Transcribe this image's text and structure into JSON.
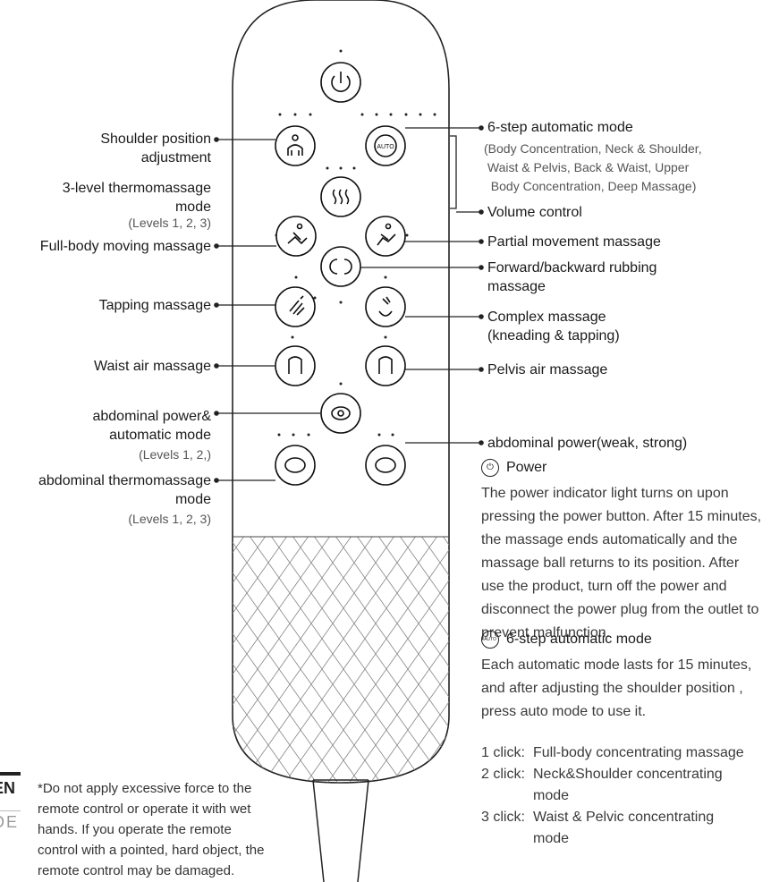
{
  "labels_left": {
    "shoulder": "Shoulder position\nadjustment",
    "thermo": "3-level thermomassage\nmode",
    "thermo_sub": "(Levels 1, 2, 3)",
    "fullbody": "Full-body moving massage",
    "tapping": "Tapping massage",
    "waist_air": "Waist air massage",
    "abd_power_auto": "abdominal power&\nautomatic mode",
    "abd_power_auto_sub": "(Levels 1, 2,)",
    "abd_thermo": "abdominal thermomassage\nmode",
    "abd_thermo_sub": "(Levels 1, 2, 3)"
  },
  "labels_right": {
    "auto6": "6-step automatic mode",
    "auto6_sub": "(Body Concentration, Neck & Shoulder,\n Waist & Pelvis, Back & Waist, Upper\n  Body Concentration, Deep Massage)",
    "volume": "Volume control",
    "partial": "Partial movement massage",
    "rubbing": "Forward/backward rubbing\nmassage",
    "complex": "Complex massage\n(kneading & tapping)",
    "pelvis_air": "Pelvis air massage",
    "abd_power": "abdominal power(weak, strong)"
  },
  "power_section": {
    "title": "Power",
    "body": "The power indicator light turns on upon pressing the power button. After 15 minutes, the massage ends automatically and the massage ball returns to its position. After use the product, turn off the power and disconnect the power plug from the outlet to prevent malfunction."
  },
  "auto_section": {
    "title": "6-step automatic mode",
    "icon_text": "AUTO",
    "body": "Each automatic mode lasts for 15 minutes, and after  adjusting the shoulder position , press  auto mode  to use it.",
    "items": [
      {
        "key": "1 click:",
        "text": "Full-body concentrating massage"
      },
      {
        "key": "2 click:",
        "text": "Neck&Shoulder concentrating\nmode"
      },
      {
        "key": "3 click:",
        "text": "Waist & Pelvic concentrating\nmode"
      }
    ]
  },
  "note": "*Do not apply excessive force to the\nremote control or operate it with wet\nhands. If you operate the remote\ncontrol with a pointed, hard object, the\nremote control may be damaged.",
  "lang": {
    "en": "EN",
    "de": "DE"
  },
  "button_icons": {
    "auto_button": "AUTO"
  }
}
